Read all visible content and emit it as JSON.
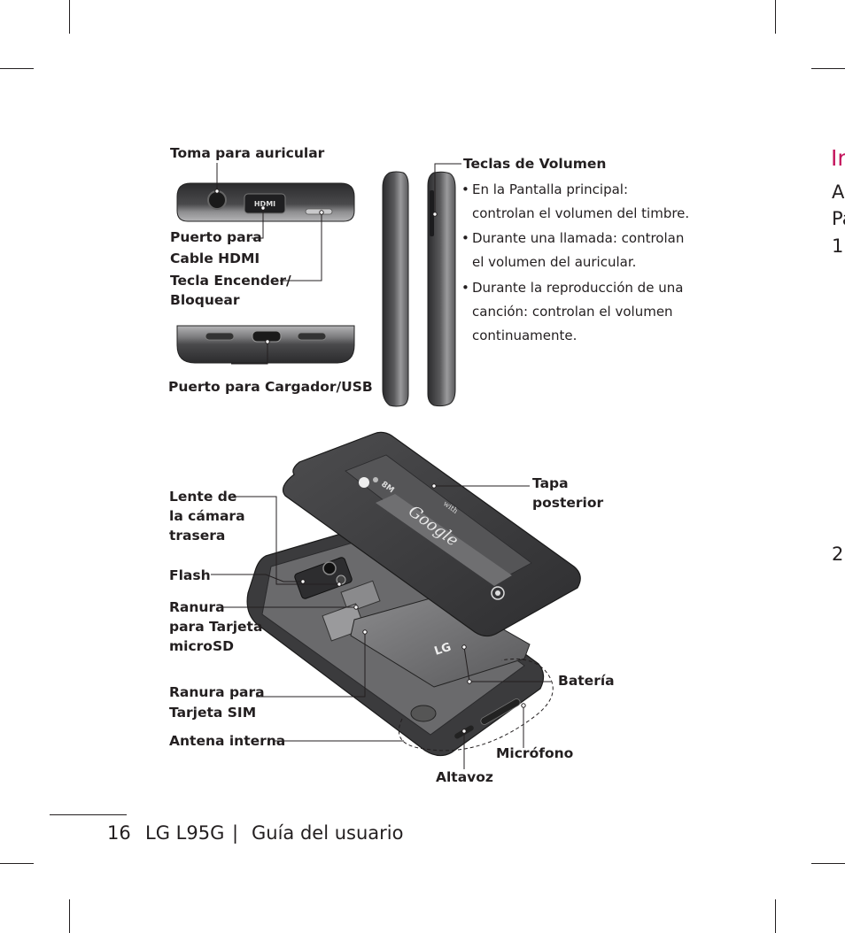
{
  "labels": {
    "headphone_jack": "Toma para auricular",
    "hdmi_port_1": "Puerto para",
    "hdmi_port_2": "Cable HDMI",
    "power_key_1": "Tecla Encender/",
    "power_key_2": "Bloquear",
    "charger_port": "Puerto para Cargador/USB",
    "volume_keys": "Teclas de Volumen",
    "rear_camera_1": "Lente de",
    "rear_camera_2": "la cámara",
    "rear_camera_3": "trasera",
    "flash": "Flash",
    "microsd_1": "Ranura",
    "microsd_2": "para Tarjeta",
    "microsd_3": "microSD",
    "sim_1": "Ranura para",
    "sim_2": "Tarjeta SIM",
    "antenna": "Antena interna",
    "back_cover_1": "Tapa",
    "back_cover_2": "posterior",
    "battery": "Batería",
    "microphone": "Micrófono",
    "speaker": "Altavoz",
    "hdmi_logo": "HDMI",
    "lg_logo": "LG",
    "google_logo": "Google",
    "google_with": "with",
    "eight_mp": "8M"
  },
  "volume_bullets": [
    {
      "line1": "En la Pantalla principal:",
      "line2": "controlan el volumen del timbre."
    },
    {
      "line1": "Durante una llamada: controlan",
      "line2": "el volumen del auricular."
    },
    {
      "line1": "Durante la reproducción de una",
      "line2": "canción: controlan el volumen",
      "line3": "continuamente."
    }
  ],
  "footer": {
    "page_number": "16",
    "product": "LG L95G",
    "separator": "|",
    "guide": "Guía del usuario"
  },
  "next_page_fragments": {
    "heading": "Ir",
    "line1": "A",
    "line2": "Pa",
    "line3": "1.",
    "line4": "2"
  },
  "colors": {
    "text": "#231f20",
    "accent": "#c4145c",
    "device_dark": "#3a3a3c",
    "device_mid": "#6b6b6d",
    "device_light": "#9a9a9c"
  }
}
